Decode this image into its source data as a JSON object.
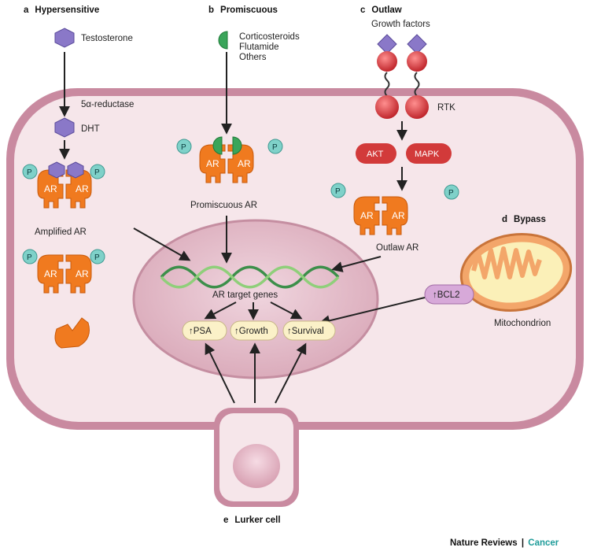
{
  "panels": {
    "a": {
      "letter": "a",
      "title": "Hypersensitive"
    },
    "b": {
      "letter": "b",
      "title": "Promiscuous"
    },
    "c": {
      "letter": "c",
      "title": "Outlaw"
    },
    "d": {
      "letter": "d",
      "title": "Bypass"
    },
    "e": {
      "letter": "e",
      "title": "Lurker cell"
    }
  },
  "labels": {
    "testosterone": "Testosterone",
    "reductase": "5α-reductase",
    "dht": "DHT",
    "amplified_ar": "Amplified AR",
    "ligands": [
      "Corticosteroids",
      "Flutamide",
      "Others"
    ],
    "promiscuous_ar": "Promiscuous AR",
    "growth_factors": "Growth factors",
    "rtk": "RTK",
    "akt": "AKT",
    "mapk": "MAPK",
    "outlaw_ar": "Outlaw AR",
    "bcl2": "BCL2",
    "mitochondrion": "Mitochondrion",
    "target_genes": "AR target genes",
    "psa": "PSA",
    "growth": "Growth",
    "survival": "Survival",
    "ar": "AR",
    "p": "P",
    "up_arrow": "↑"
  },
  "credit": {
    "journal": "Nature Reviews",
    "separator": "|",
    "section": "Cancer"
  },
  "colors": {
    "cell_membrane": "#c98aa0",
    "cytoplasm": "#f6e6ea",
    "nucleus": "#dfb6c4",
    "receptor": "#f07a1f",
    "phosphate": "#7fd1c9",
    "ligand_hex": "#8a78c8",
    "ligand_green": "#3aa55a",
    "rtk": "#d23a3a",
    "kinase": "#d23a3a",
    "bcl2": "#d7a9d9",
    "label_pill": "#fbf1c8",
    "credit_accent": "#1f9c9a"
  }
}
